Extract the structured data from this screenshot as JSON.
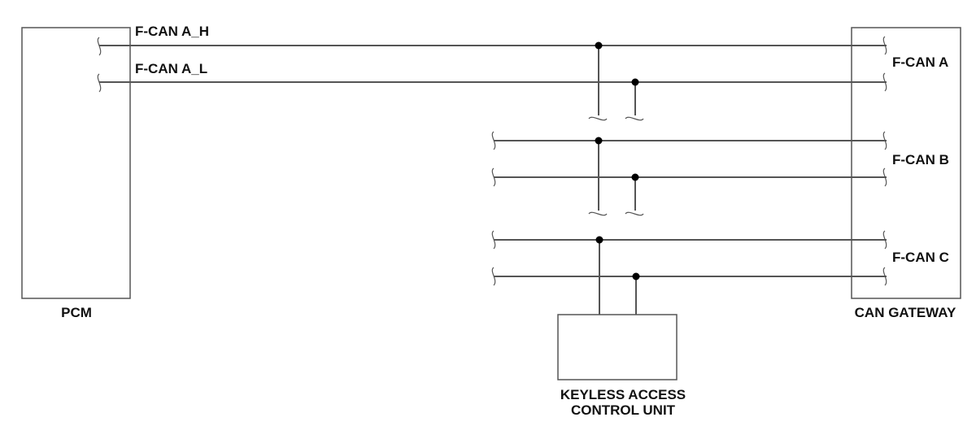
{
  "components": {
    "pcm": "PCM",
    "can_gateway": "CAN GATEWAY",
    "keyless_line1": "KEYLESS ACCESS",
    "keyless_line2": "CONTROL UNIT"
  },
  "wire_labels": {
    "f_can_a_h": "F-CAN A_H",
    "f_can_a_l": "F-CAN A_L"
  },
  "bus_labels": {
    "f_can_a": "F-CAN A",
    "f_can_b": "F-CAN B",
    "f_can_c": "F-CAN C"
  }
}
